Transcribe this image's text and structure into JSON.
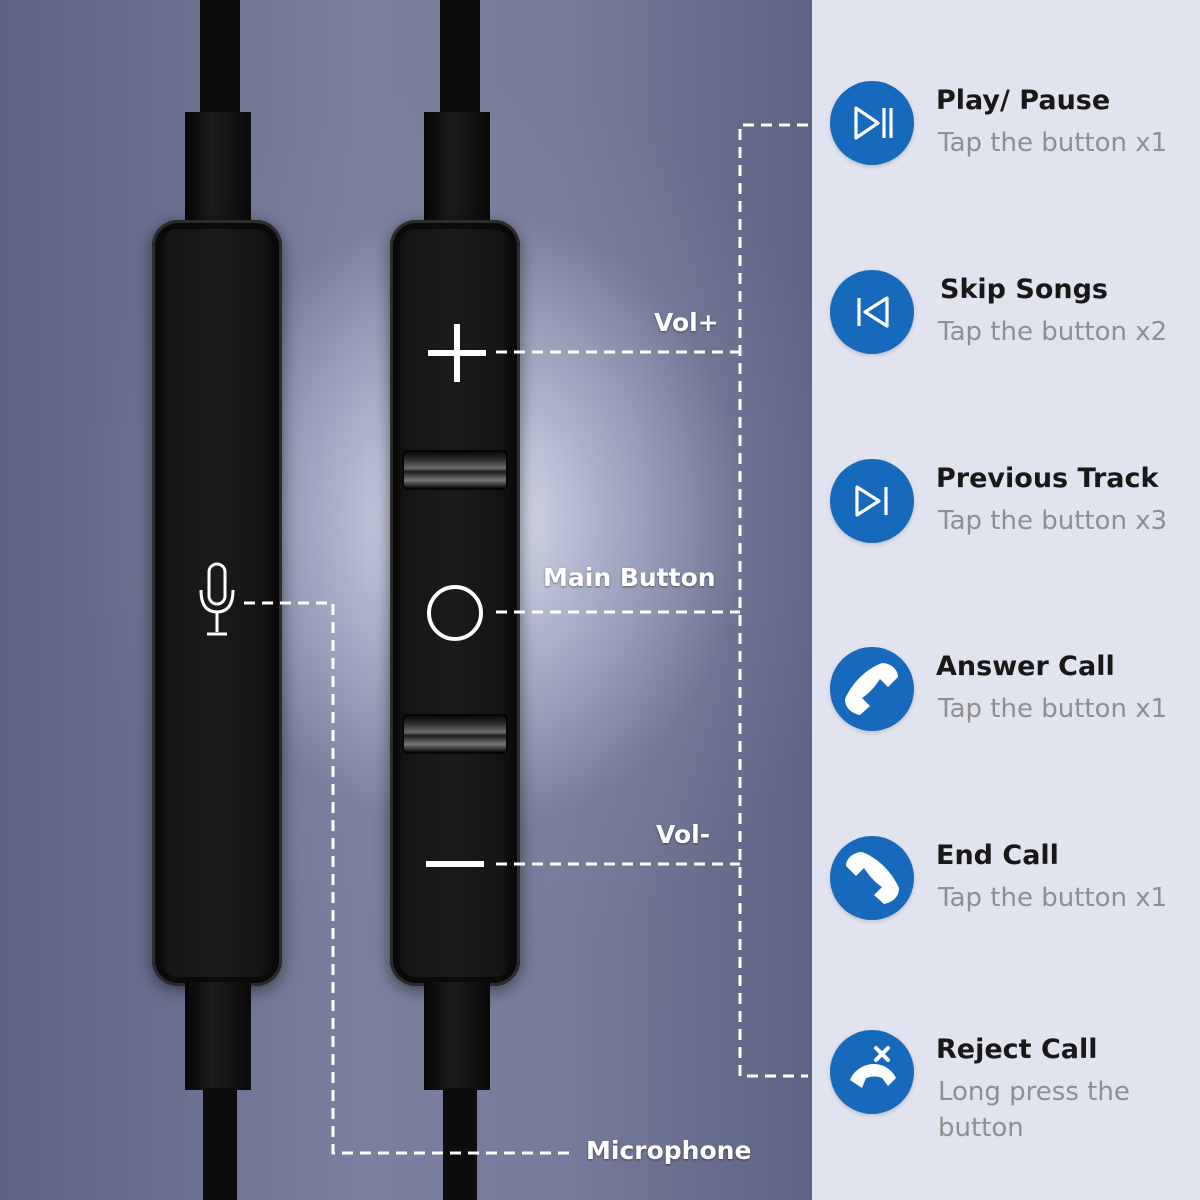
{
  "remote_labels": {
    "vol_up": "Vol+",
    "main_button": "Main Button",
    "vol_down": "Vol-",
    "microphone": "Microphone"
  },
  "colors": {
    "icon_circle": "#1769bc",
    "right_panel": "#e1e3ef",
    "title_text": "#181818",
    "desc_text": "#8f8f8f",
    "leader_line": "#ffffff"
  },
  "features": [
    {
      "icon": "play-pause-icon",
      "title": "Play/ Pause",
      "desc": "Tap the button x1"
    },
    {
      "icon": "skip-back-icon",
      "title": "Skip Songs",
      "desc": "Tap the button x2"
    },
    {
      "icon": "skip-forward-icon",
      "title": "Previous Track",
      "desc": "Tap the button x3"
    },
    {
      "icon": "phone-answer-icon",
      "title": "Answer Call",
      "desc": "Tap the button x1"
    },
    {
      "icon": "phone-end-icon",
      "title": "End Call",
      "desc": "Tap the button x1"
    },
    {
      "icon": "phone-reject-icon",
      "title": "Reject Call",
      "desc": "Long press the button"
    }
  ]
}
